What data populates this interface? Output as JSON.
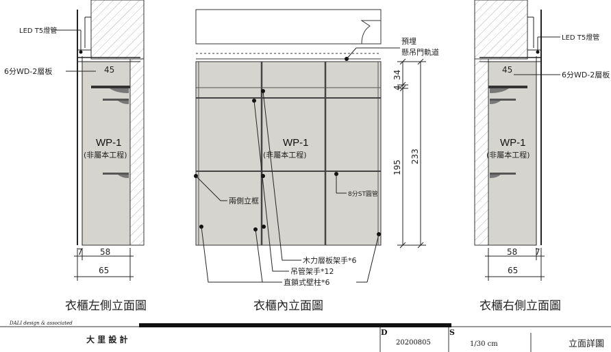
{
  "left_view": {
    "title": "衣櫃左側立面圖",
    "led_label": "LED T5燈管",
    "shelf_label": "6分WD-2層板",
    "dim_top": "45",
    "material_code": "WP-1",
    "material_note": "(非屬本工程)",
    "dim_inner": "58",
    "dim_small": "7",
    "dim_total": "65"
  },
  "center_view": {
    "title": "衣櫃內立面圖",
    "rail_label_1": "預埋",
    "rail_label_2": "懸吊門軌道",
    "material_code": "WP-1",
    "material_note": "(非屬本工程)",
    "dim_34": "34",
    "dim_4": "4",
    "dim_195": "195",
    "dim_233": "233",
    "tube_label": "8分ST圓管",
    "side_frame_label": "兩側立框",
    "callout_1": "木力層板架手*6",
    "callout_2": "吊管架手*12",
    "callout_3": "直鎖式壁柱*6"
  },
  "right_view": {
    "title": "衣櫃右側立面圖",
    "led_label": "LED T5燈管",
    "shelf_label": "6分WD-2層板",
    "dim_top": "45",
    "material_code": "WP-1",
    "material_note": "(非屬本工程)",
    "dim_inner": "58",
    "dim_small": "7",
    "dim_total": "65"
  },
  "title_block": {
    "company": "DALI design & associated",
    "company_cn": "大 里 設 計",
    "date_marker": "D",
    "date": "20200805",
    "scale_marker": "S",
    "scale": "1/30 cm",
    "drawing_name": "立面詳圖"
  },
  "colors": {
    "panel_fill": "#d6d4cf",
    "line": "#222222"
  }
}
